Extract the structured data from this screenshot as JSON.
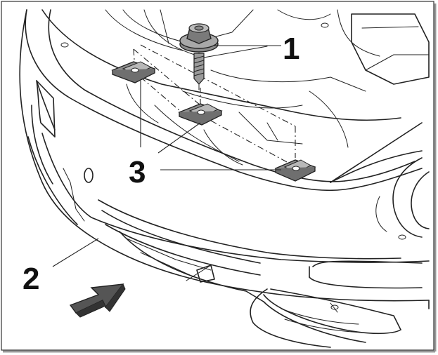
{
  "callouts": {
    "bolt": "1",
    "front_fascia": "2",
    "clip_nuts": "3"
  },
  "colors": {
    "line": "#222222",
    "part_fill": "#8c8c8c",
    "part_fill_light": "#b8b8b8",
    "background": "#ffffff"
  }
}
